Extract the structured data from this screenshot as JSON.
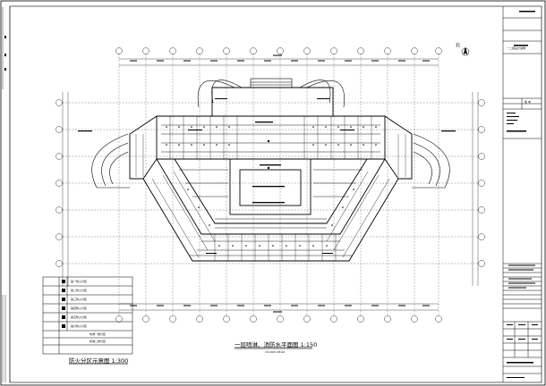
{
  "drawing": {
    "title": "一层喷淋、消防水平面图 1:150",
    "scale_note": "±0.000=28.00",
    "north_label": "北"
  },
  "legend": {
    "title": "防火分区示意图 1:300",
    "rows": [
      {
        "label": "第一防火分区"
      },
      {
        "label": "第二防火分区"
      },
      {
        "label": "第三防火分区"
      },
      {
        "label": "第四防火分区"
      },
      {
        "label": "第五防火分区"
      },
      {
        "label": "第六防火分区"
      },
      {
        "label": "喷淋一类分区"
      },
      {
        "label": "喷淋二类分区"
      }
    ]
  },
  "title_block": {
    "project": "一二层设计说明",
    "rev_label": "版 本"
  },
  "colors": {
    "line": "#000000",
    "background": "#ffffff"
  }
}
